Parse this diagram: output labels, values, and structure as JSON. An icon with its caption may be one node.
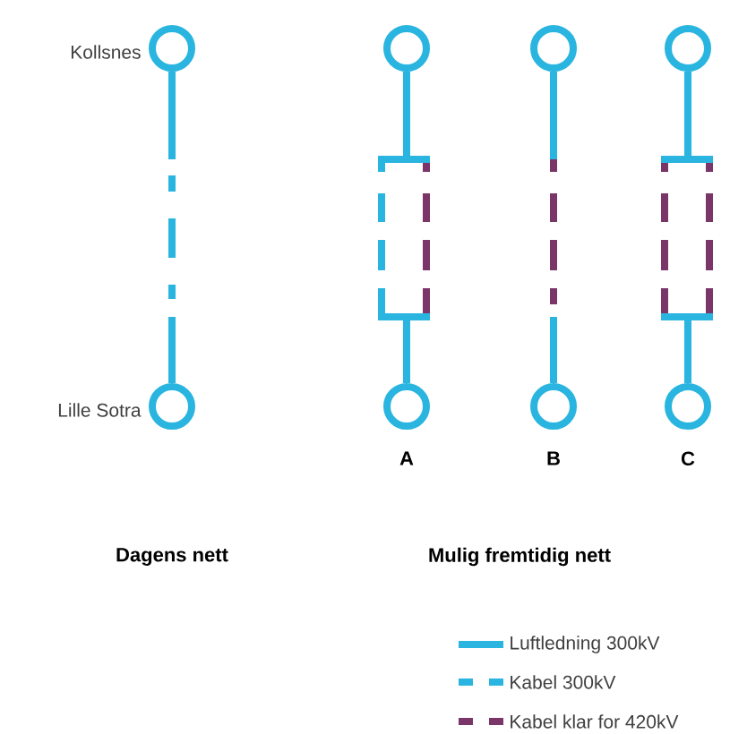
{
  "diagram": {
    "nodes": [
      {
        "text": [],
        "shape": "circle",
        "beside": [
          "Kollsnes"
        ]
      },
      {
        "text": [],
        "shape": "circle",
        "beside": [
          "Lille Sotra"
        ]
      },
      {
        "text": [],
        "shape": "circle"
      },
      {
        "text": [],
        "shape": "circle",
        "beside": [
          "A"
        ]
      },
      {
        "text": [],
        "shape": "circle"
      },
      {
        "text": [],
        "shape": "circle",
        "beside": [
          "B"
        ]
      },
      {
        "text": [],
        "shape": "circle"
      },
      {
        "text": [],
        "shape": "circle",
        "beside": [
          "C"
        ]
      }
    ],
    "edges": [
      {
        "from": 0,
        "to": 1,
        "arrow": "none",
        "style": "dashed",
        "color": "#29b5df"
      },
      {
        "from": 2,
        "to": 3,
        "arrow": "none",
        "style": "dashed",
        "color": "#29b5df"
      },
      {
        "from": 2,
        "to": 3,
        "arrow": "none",
        "style": "dashed",
        "color": "#7a3569"
      },
      {
        "from": 4,
        "to": 5,
        "arrow": "none",
        "style": "dashed",
        "color": "#7a3569"
      },
      {
        "from": 6,
        "to": 7,
        "arrow": "none",
        "style": "dashed",
        "color": "#7a3569"
      },
      {
        "from": 6,
        "to": 7,
        "arrow": "none",
        "style": "dashed",
        "color": "#7a3569"
      }
    ],
    "labels": [
      "Dagens nett",
      "Mulig fremtidig nett"
    ],
    "legend": [
      {
        "text": "Luftledning 300kV"
      },
      {
        "text": "Kabel 300kV"
      },
      {
        "text": "Kabel klar for 420kV"
      }
    ]
  }
}
